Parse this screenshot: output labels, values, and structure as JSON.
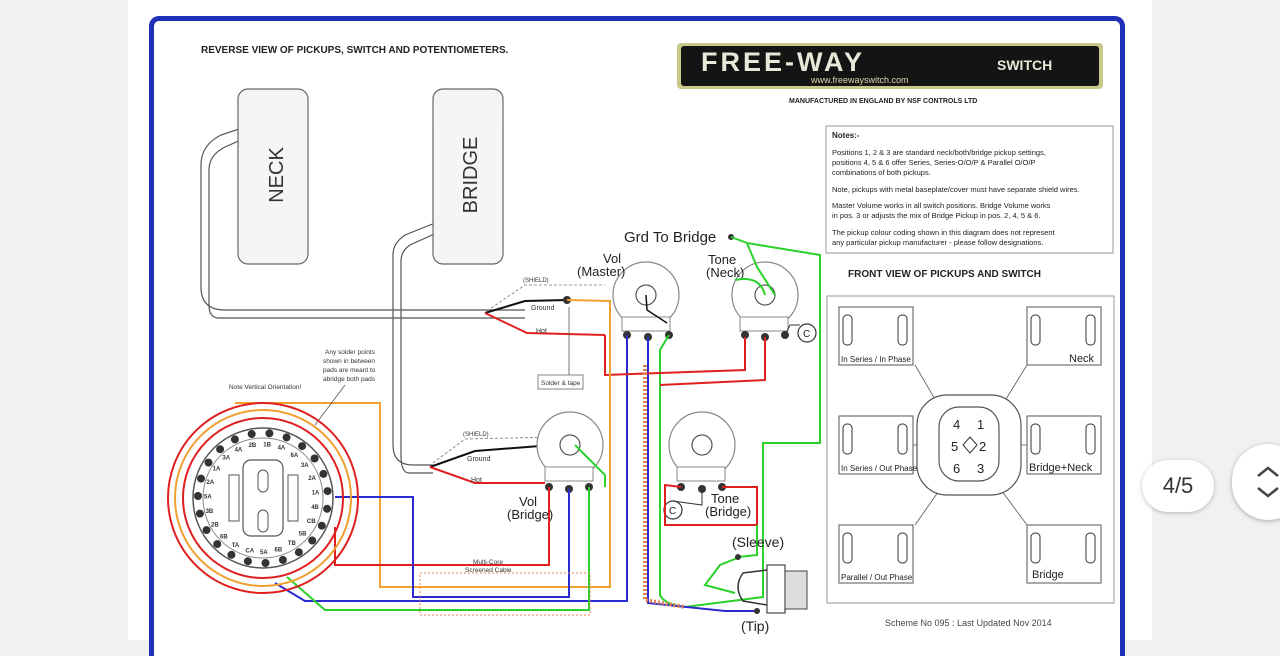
{
  "viewer": {
    "page_indicator": "4/5"
  },
  "diagram": {
    "heading_reverse": "REVERSE VIEW OF PICKUPS, SWITCH AND POTENTIOMETERS.",
    "logo_text": "FREE-WAY",
    "logo_switch": "SWITCH",
    "logo_url": "www.freewayswitch.com",
    "manufactured": "MANUFACTURED IN ENGLAND BY NSF CONTROLS LTD",
    "notes_title": "Notes:-",
    "notes": [
      "Positions 1, 2 & 3 are standard neck/both/bridge pickup settings,",
      "positions 4, 5 & 6 offer Series, Series-O/O/P & Parallel O/O/P",
      "combinations of both pickups.",
      "Note, pickups with metal baseplate/cover must have separate shield wires.",
      "Master Volume works in all switch positions. Bridge Volume works",
      "in pos. 3 or adjusts the mix of Bridge Pickup in pos. 2, 4, 5 & 6.",
      "The pickup colour coding shown in this diagram does not represent",
      "any particular pickup manufacturer - please follow designations."
    ],
    "pickup_neck": "NECK",
    "pickup_bridge": "BRIDGE",
    "grd_to_bridge": "Grd To Bridge",
    "vol_master": [
      "Vol",
      "(Master)"
    ],
    "tone_neck": [
      "Tone",
      "(Neck)"
    ],
    "vol_bridge": [
      "Vol",
      "(Bridge)"
    ],
    "tone_bridge": [
      "Tone",
      "(Bridge)"
    ],
    "shield": "(SHIELD)",
    "ground": "Ground",
    "hot": "Hot",
    "solder_tape": "Solder & tape",
    "solder_note": [
      "Any solder points",
      "shown in between",
      "pads are meant to",
      "abridge both pads"
    ],
    "note_vertical": "Note Vertical Orientation!",
    "multicore": [
      "Multi-Core",
      "Screened Cable"
    ],
    "sleeve": "(Sleeve)",
    "tip": "(Tip)",
    "cap": "C",
    "front_view_title": "FRONT VIEW OF PICKUPS AND SWITCH",
    "front_labels": {
      "in_series_in_phase": "In Series / In Phase",
      "neck": "Neck",
      "in_series_out_phase": "In Series / Out Phase",
      "bridge_neck": "Bridge+Neck",
      "parallel_out_phase": "Parallel / Out Phase",
      "bridge": "Bridge"
    },
    "switch_positions": [
      "4",
      "1",
      "5",
      "2",
      "6",
      "3"
    ],
    "switch_pad_labels": [
      "2B",
      "1B",
      "4A",
      "6A",
      "3A",
      "2A",
      "1A",
      "4B",
      "CB",
      "5B",
      "TB",
      "6B",
      "5A",
      "CA",
      "TA",
      "6B",
      "2B",
      "3B",
      "5A",
      "2A",
      "1A",
      "3A",
      "4A"
    ],
    "scheme": "Scheme No 095 : Last Updated Nov 2014"
  }
}
